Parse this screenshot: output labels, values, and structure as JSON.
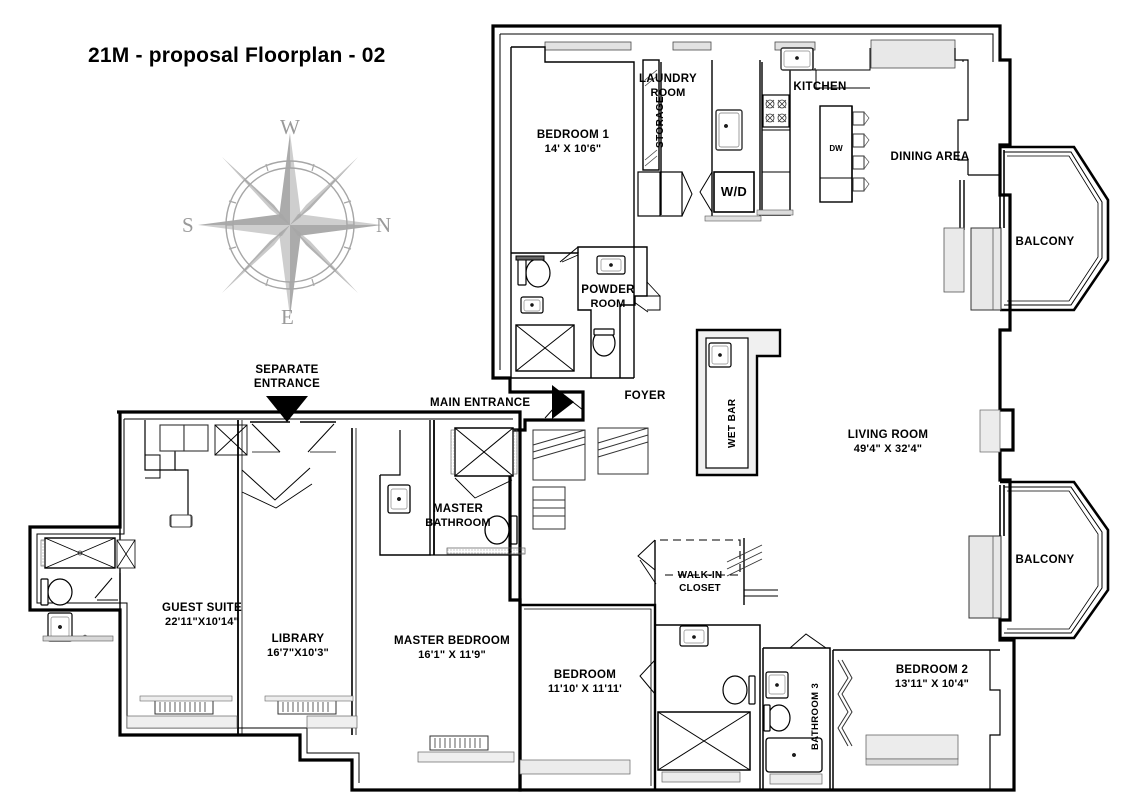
{
  "document": {
    "title": "21M - proposal Floorplan - 02",
    "type": "architectural-floorplan"
  },
  "compass": {
    "name": "compass-rose",
    "top_label": "W",
    "right_label": "N",
    "bottom_label": "E",
    "left_label": "S",
    "color": "#a6a6a6"
  },
  "entrances": [
    {
      "id": "separate",
      "label_line1": "SEPARATE",
      "label_line2": "ENTRANCE",
      "marker": "triangle-down"
    },
    {
      "id": "main",
      "label_line1": "MAIN ENTRANCE",
      "label_line2": "",
      "marker": "triangle-right"
    }
  ],
  "rooms": [
    {
      "id": "bedroom-1",
      "name": "BEDROOM 1",
      "dimensions": "14' X 10'6\""
    },
    {
      "id": "laundry-room",
      "name": "LAUNDRY",
      "name2": "ROOM",
      "dimensions": ""
    },
    {
      "id": "storage",
      "name": "STORAGE",
      "dimensions": "",
      "orientation": "vertical"
    },
    {
      "id": "washer-dryer",
      "name": "W/D",
      "dimensions": ""
    },
    {
      "id": "kitchen",
      "name": "KITCHEN",
      "dimensions": ""
    },
    {
      "id": "dishwasher",
      "name": "DW",
      "dimensions": ""
    },
    {
      "id": "dining-area",
      "name": "DINING AREA",
      "dimensions": ""
    },
    {
      "id": "balcony-upper",
      "name": "BALCONY",
      "dimensions": ""
    },
    {
      "id": "balcony-lower",
      "name": "BALCONY",
      "dimensions": ""
    },
    {
      "id": "powder-room",
      "name": "POWDER",
      "name2": "ROOM",
      "dimensions": ""
    },
    {
      "id": "foyer",
      "name": "FOYER",
      "dimensions": ""
    },
    {
      "id": "wet-bar",
      "name": "WET BAR",
      "dimensions": "",
      "orientation": "vertical"
    },
    {
      "id": "living-room",
      "name": "LIVING ROOM",
      "dimensions": "49'4\" X 32'4\""
    },
    {
      "id": "master-bathroom",
      "name": "MASTER",
      "name2": "BATHROOM",
      "dimensions": ""
    },
    {
      "id": "guest-suite",
      "name": "GUEST   SUITE",
      "dimensions": "22'11\"X10'14\""
    },
    {
      "id": "library",
      "name": "LIBRARY",
      "dimensions": "16'7\"X10'3\""
    },
    {
      "id": "master-bedroom",
      "name": "MASTER BEDROOM",
      "dimensions": "16'1\" X 11'9\""
    },
    {
      "id": "bedroom",
      "name": "BEDROOM",
      "dimensions": "11'10' X 11'11'"
    },
    {
      "id": "walk-in-closet",
      "name": "WALK-IN",
      "name2": "CLOSET",
      "dimensions": ""
    },
    {
      "id": "bathroom-3",
      "name": "BATHROOM 3",
      "dimensions": "",
      "orientation": "vertical"
    },
    {
      "id": "bedroom-2",
      "name": "BEDROOM 2",
      "dimensions": "13'11\" X 10'4\""
    }
  ],
  "colors": {
    "wall": "#000000",
    "thin_line": "#4a4a4a",
    "fill_light": "#e8e8e8",
    "window_fill": "#e2e2e2",
    "compass": "#a6a6a6",
    "background": "#ffffff"
  }
}
